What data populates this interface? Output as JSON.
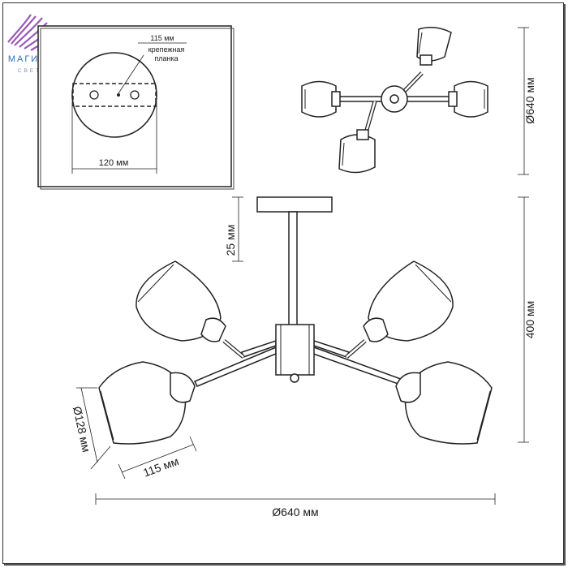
{
  "brand": {
    "name": "МАГИЯ",
    "tagline": "СВЕТА",
    "colors": [
      "#e83e8c",
      "#9b59b6",
      "#3fa9f5"
    ]
  },
  "mount_detail": {
    "plate_label_line1": "крепежная",
    "plate_label_line2": "планка",
    "plate_length": "115 мм",
    "canopy_width": "120 мм"
  },
  "top_view": {
    "diameter": "Ø640 мм"
  },
  "side_view": {
    "stem_height": "25 мм",
    "total_height": "400 мм",
    "shade_diameter": "Ø128 мм",
    "shade_height": "115 мм",
    "overall_diameter": "Ø640 мм"
  }
}
